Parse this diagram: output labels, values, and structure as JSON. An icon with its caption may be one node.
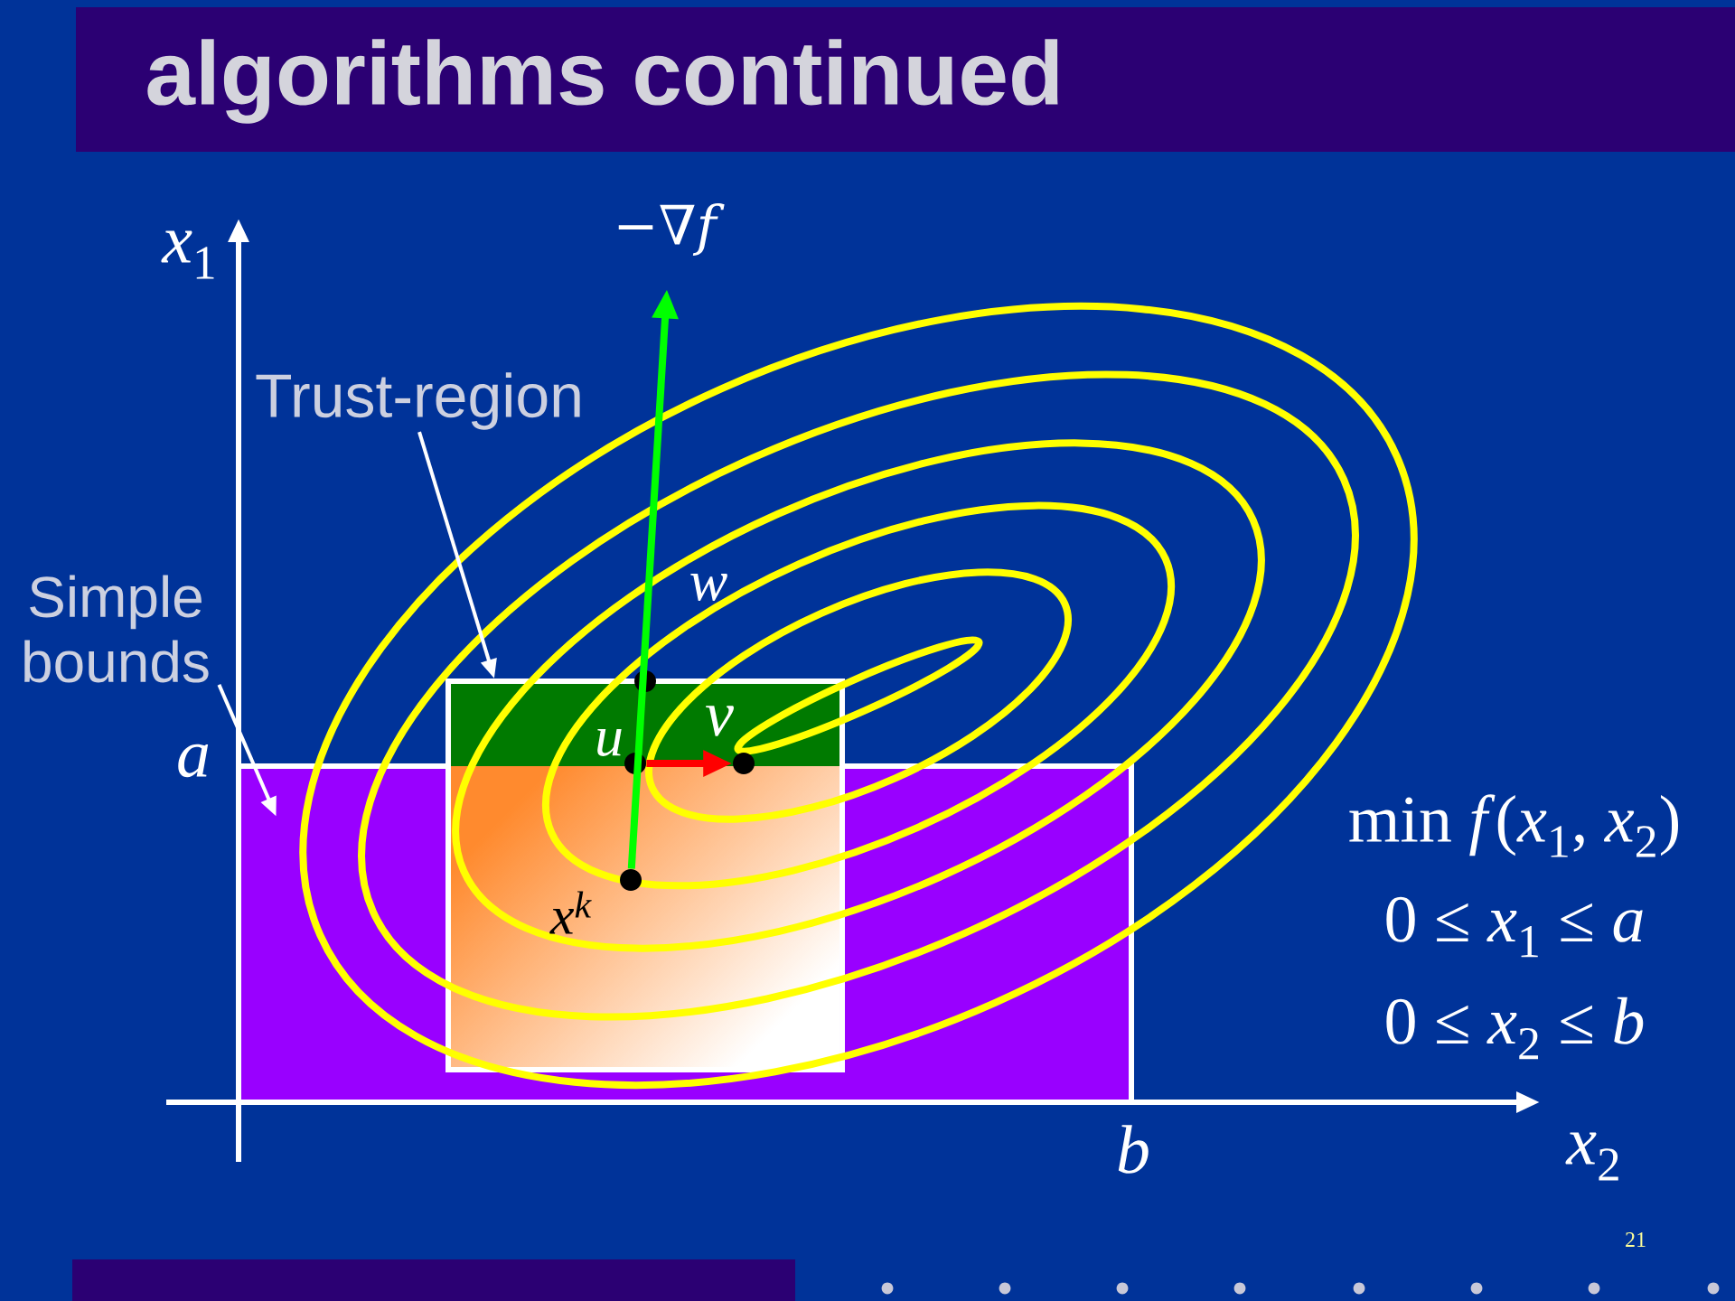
{
  "diagram": {
    "title": "algorithms continued",
    "nodes": [
      {
        "text": [
          "Trust-region"
        ]
      },
      {
        "text": [
          "Simple bounds"
        ]
      },
      {
        "text": [],
        "shape": "box"
      },
      {
        "text": [],
        "shape": "box"
      },
      {
        "text": [],
        "shape": "circle",
        "beside": [
          "w"
        ]
      },
      {
        "text": [],
        "shape": "circle",
        "beside": [
          "u"
        ],
        "in": 2
      },
      {
        "text": [],
        "shape": "circle",
        "beside": [
          "v"
        ],
        "in": 2
      },
      {
        "text": [],
        "shape": "circle",
        "beside": [
          "x$^{k}$"
        ]
      }
    ],
    "edges": [
      {
        "from": 0,
        "to": 2,
        "arrow": "to"
      },
      {
        "from": 1,
        "to": 3,
        "arrow": "to"
      },
      {
        "from": 5,
        "to": 6,
        "arrow": "to",
        "style": "thick",
        "color": "#ff0000"
      },
      {
        "from": 7,
        "to": null,
        "arrow": "to",
        "style": "thick",
        "color": "#00ff00"
      }
    ],
    "labels": [
      "−∇*f*",
      "*x*$_{1}$",
      "a",
      "min *f*(*x*$_{1}$, *x*$_{2}$)",
      "0 ≤ *x*$_{1}$ ≤ *a*",
      "0 ≤ *x*$_{2}$ ≤ *b*",
      "b",
      "*x*$_{2}$",
      "21"
    ]
  }
}
